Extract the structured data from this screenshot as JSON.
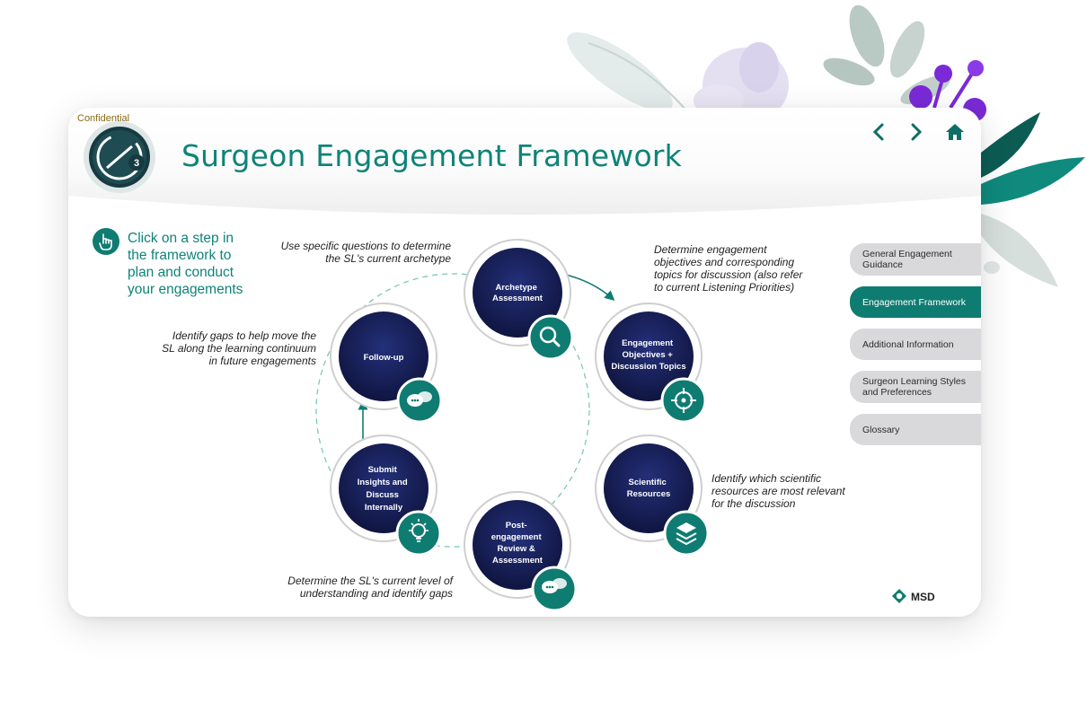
{
  "header": {
    "confidential": "Confidential",
    "title": "Surgeon Engagement Framework"
  },
  "nav": {
    "back_icon": "chevron-left-icon",
    "forward_icon": "chevron-right-icon",
    "home_icon": "home-icon"
  },
  "instruction": "Click on a step in the framework to plan and conduct your engagements",
  "steps": [
    {
      "label": "Archetype Assessment",
      "icon": "search-icon"
    },
    {
      "label": "Engagement Objectives + Discussion Topics",
      "icon": "crosshair-icon"
    },
    {
      "label": "Scientific Resources",
      "icon": "layers-icon"
    },
    {
      "label": "Post-engagement Review & Assessment",
      "icon": "chat-bubbles-icon"
    },
    {
      "label": "Submit Insights and Discuss Internally",
      "icon": "lightbulb-icon"
    },
    {
      "label": "Follow-up",
      "icon": "chat-bubbles-icon"
    }
  ],
  "notes": {
    "archetype": "Use specific questions to determine the SL's current archetype",
    "objectives": "Determine engagement objectives and corresponding topics for discussion (also refer to current Listening Priorities)",
    "resources": "Identify which scientific resources are most relevant for the discussion",
    "review": "Determine the SL's current level of understanding and identify gaps",
    "followup": "Identify gaps to help move the SL along the learning continuum in future engagements"
  },
  "menu": [
    {
      "label": "General Engagement Guidance",
      "active": false
    },
    {
      "label": "Engagement Framework",
      "active": true
    },
    {
      "label": "Additional Information",
      "active": false
    },
    {
      "label": "Surgeon Learning Styles and Preferences",
      "active": false
    },
    {
      "label": "Glossary",
      "active": false
    }
  ],
  "brand": "MSD",
  "colors": {
    "teal": "#0f8378",
    "navy": "#141a4e",
    "menu_gray": "#d9d9db",
    "accent_purple": "#7a2ad6"
  }
}
